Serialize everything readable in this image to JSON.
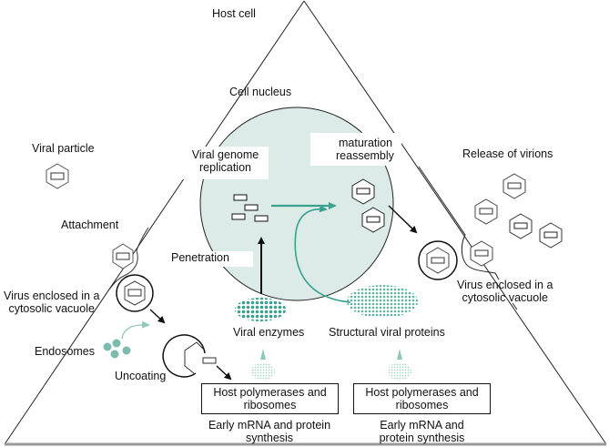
{
  "title": "Viral replication cycle in a host cell",
  "colors": {
    "nucleus_fill": "#dcebe7",
    "teal": "#3aa191",
    "teal_light": "#8fc9bd",
    "line": "#111111",
    "bottom_edge": "#9a9a9a"
  },
  "labels": {
    "host_cell": "Host cell",
    "cell_nucleus": "Cell nucleus",
    "viral_particle": "Viral particle",
    "attachment": "Attachment",
    "virus_enclosed_left_1": "Virus enclosed in a",
    "virus_enclosed_left_2": "cytosolic vacuole",
    "endosomes": "Endosomes",
    "uncoating": "Uncoating",
    "penetration": "Penetration",
    "viral_genome_replication_1": "Viral genome",
    "viral_genome_replication_2": "replication",
    "maturation_1": "maturation",
    "maturation_2": "reassembly",
    "release_of_virions": "Release of virions",
    "virus_enclosed_right_1": "Virus enclosed in a",
    "virus_enclosed_right_2": "cytosolic vacuole",
    "viral_enzymes": "Viral enzymes",
    "structural_viral_proteins": "Structural viral proteins"
  },
  "boxes": [
    {
      "line1": "Host polymerases and",
      "line2": "ribosomes",
      "caption1": "Early mRNA and protein",
      "caption2": "synthesis"
    },
    {
      "line1": "Host polymerases and",
      "line2": "ribosomes",
      "caption1": "Early mRNA and",
      "caption2": "protein synthesis"
    }
  ]
}
